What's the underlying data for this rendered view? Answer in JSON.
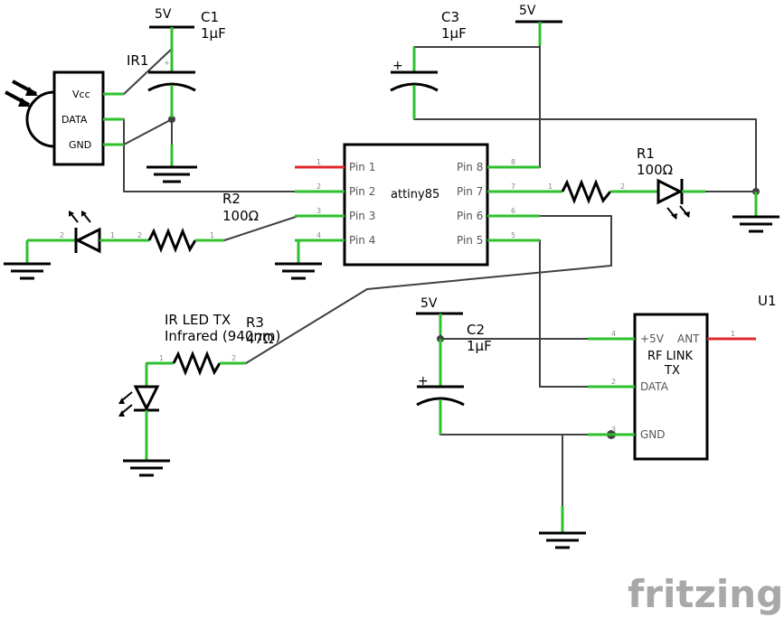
{
  "components": {
    "c1": {
      "ref": "C1",
      "value": "1µF",
      "supply": "5V"
    },
    "c3": {
      "ref": "C3",
      "value": "1µF",
      "supply": "5V"
    },
    "c2": {
      "ref": "C2",
      "value": "1µF",
      "supply": "5V"
    },
    "ir1": {
      "ref": "IR1",
      "pins": [
        "Vcc",
        "DATA",
        "GND"
      ]
    },
    "r1": {
      "ref": "R1",
      "value": "100Ω"
    },
    "r2": {
      "ref": "R2",
      "value": "100Ω"
    },
    "r3": {
      "ref": "R3",
      "value": "47Ω"
    },
    "ir_led": {
      "title": "IR LED TX",
      "subtitle": "Infrared (940nm)"
    },
    "mcu": {
      "name": "attiny85",
      "left_pins": [
        "Pin 1",
        "Pin 2",
        "Pin 3",
        "Pin 4"
      ],
      "right_pins": [
        "Pin 8",
        "Pin 7",
        "Pin 6",
        "Pin 5"
      ],
      "left_nums": [
        "1",
        "2",
        "3",
        "4"
      ],
      "right_nums": [
        "8",
        "7",
        "6",
        "5"
      ]
    },
    "rf": {
      "ref": "U1",
      "name_line1": "RF LINK",
      "name_line2": "TX",
      "pins": [
        "+5V",
        "DATA",
        "GND"
      ],
      "pin_nums": [
        "4",
        "2",
        "3"
      ],
      "ant": "ANT",
      "ant_num": "1"
    }
  },
  "pin_numbers": {
    "one": "1",
    "two": "2",
    "plus": "+"
  },
  "logo": "fritzing"
}
